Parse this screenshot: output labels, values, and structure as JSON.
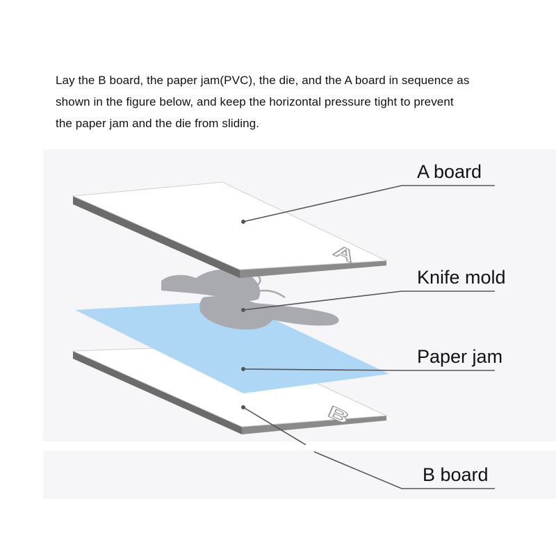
{
  "instructions": {
    "lines": [
      "Lay the B board, the paper jam(PVC), the die, and the A board in sequence as",
      "shown in the figure below, and keep the horizontal pressure tight to prevent",
      "the paper jam and the die from sliding."
    ]
  },
  "layers": [
    {
      "id": "a-board",
      "label": "A board",
      "board_letter": "A"
    },
    {
      "id": "knife-mold",
      "label": "Knife mold"
    },
    {
      "id": "paper-jam",
      "label": "Paper jam"
    },
    {
      "id": "b-board",
      "label": "B board",
      "board_letter": "B"
    }
  ],
  "colors": {
    "board_top": "#ffffff",
    "board_edge": "#6b6b6b",
    "paper_jam": "#aed6f5",
    "knife_mold": "#a9aab0",
    "leader_line": "#555555",
    "label_bg": "#f6f6f8"
  }
}
